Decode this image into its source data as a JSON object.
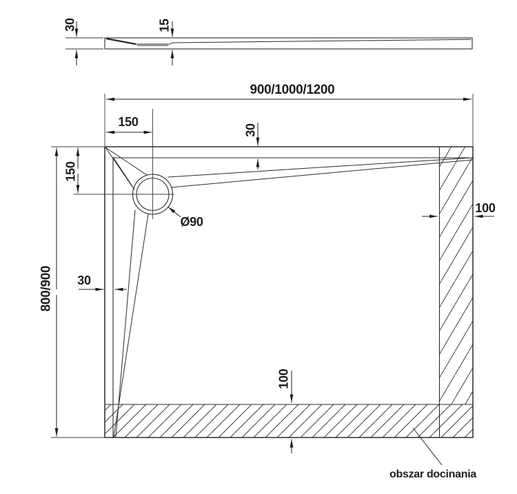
{
  "colors": {
    "background": "#ffffff",
    "ink": "#1d1d1d"
  },
  "profile_view": {
    "height_label": "30",
    "depth_label": "15"
  },
  "plan_view": {
    "width_label": "900/1000/1200",
    "depth_label": "800/900",
    "drain_offset_x_label": "150",
    "drain_offset_y_label": "150",
    "rim_top_label": "30",
    "rim_left_label": "30",
    "trim_right_label": "100",
    "trim_bottom_label": "100",
    "drain_diameter_label": "Ø90",
    "trim_area_label": "obszar docinania"
  }
}
